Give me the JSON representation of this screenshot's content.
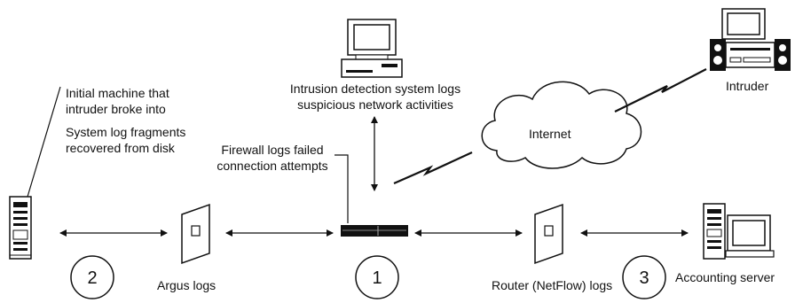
{
  "labels": {
    "initial_machine_line1": "Initial machine that",
    "initial_machine_line2": "intruder broke into",
    "syslog_line1": "System log fragments",
    "syslog_line2": "recovered from disk",
    "ids_line1": "Intrusion detection system logs",
    "ids_line2": "suspicious network activities",
    "firewall_line1": "Firewall logs failed",
    "firewall_line2": "connection attempts",
    "internet": "Internet",
    "intruder": "Intruder",
    "argus": "Argus logs",
    "router": "Router (NetFlow) logs",
    "accounting": "Accounting server"
  },
  "markers": {
    "one": "1",
    "two": "2",
    "three": "3"
  },
  "icons": [
    "server-tower-icon",
    "ids-workstation-icon",
    "intruder-workstation-icon",
    "accounting-workstation-icon",
    "firewall-icon",
    "argus-sensor-icon",
    "router-sensor-icon",
    "internet-cloud-icon",
    "lightning-link-icon",
    "double-arrow-icon"
  ],
  "colors": {
    "line": "#111111",
    "background": "#ffffff"
  }
}
